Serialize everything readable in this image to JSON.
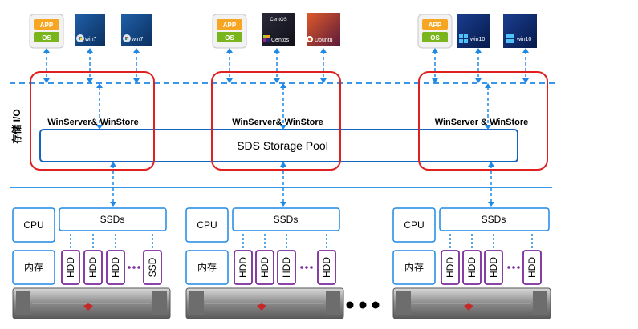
{
  "side_label": "存储 I/O",
  "pool_label": "SDS Storage Pool",
  "colors": {
    "accent_blue": "#1e88e5",
    "red": "#e02020",
    "purple": "#7a2a9a",
    "app_badge": "#f6a623",
    "os_badge": "#7ab51d"
  },
  "nodes": [
    {
      "badge_app": "APP",
      "badge_os": "OS",
      "vms": [
        "win7",
        "win7"
      ],
      "vm_icons": [
        "windows7-logo-icon",
        "windows7-logo-icon"
      ],
      "service": "WinServer& WinStore",
      "cpu": "CPU",
      "ssds": "SSDs",
      "mem": "内存",
      "disks": [
        "HDD",
        "HDD",
        "HDD",
        "SSD"
      ]
    },
    {
      "badge_app": "APP",
      "badge_os": "OS",
      "vms": [
        "Centos",
        "Ubuntu"
      ],
      "vm_icons": [
        "centos-logo-icon",
        "ubuntu-logo-icon"
      ],
      "vm_brand": "CentOS",
      "service": "WinServer& WinStore",
      "cpu": "CPU",
      "ssds": "SSDs",
      "mem": "内存",
      "disks": [
        "HDD",
        "HDD",
        "HDD",
        "HDD"
      ]
    },
    {
      "badge_app": "APP",
      "badge_os": "OS",
      "vms": [
        "win10",
        "win10"
      ],
      "vm_icons": [
        "windows10-logo-icon",
        "windows10-logo-icon"
      ],
      "service": "WinServer & WinStore",
      "cpu": "CPU",
      "ssds": "SSDs",
      "mem": "内存",
      "disks": [
        "HDD",
        "HDD",
        "HDD",
        "HDD"
      ]
    }
  ]
}
